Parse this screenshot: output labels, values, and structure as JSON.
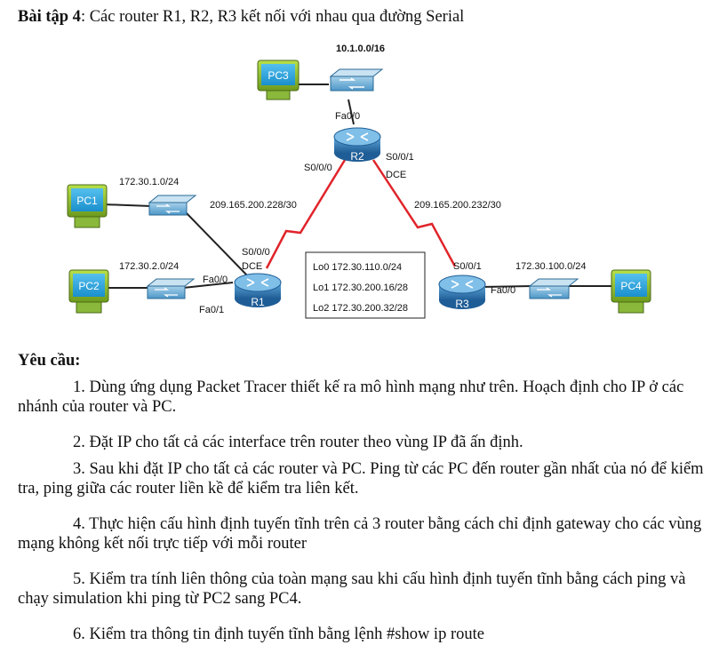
{
  "title": {
    "prefix": "Bài tập 4",
    "text": ": Các router R1, R2, R3 kết nối với nhau qua đường Serial"
  },
  "diagram": {
    "devices": {
      "pc1": "PC1",
      "pc2": "PC2",
      "pc3": "PC3",
      "pc4": "PC4",
      "r1": "R1",
      "r2": "R2",
      "r3": "R3"
    },
    "networks": {
      "pc3_net": "10.1.0.0/16",
      "pc1_net": "172.30.1.0/24",
      "pc2_net": "172.30.2.0/24",
      "pc4_net": "172.30.100.0/24",
      "r1_r2_link": "209.165.200.228/30",
      "r2_r3_link": "209.165.200.232/30"
    },
    "interfaces": {
      "r2_fa00": "Fa0/0",
      "r2_s000": "S0/0/0",
      "r2_s001": "S0/0/1",
      "r2_dce": "DCE",
      "r1_s000": "S0/0/0",
      "r1_dce": "DCE",
      "r1_fa00": "Fa0/0",
      "r1_fa01": "Fa0/1",
      "r3_s001": "S0/0/1",
      "r3_fa00": "Fa0/0"
    },
    "loopbacks": [
      "Lo0 172.30.110.0/24",
      "Lo1 172.30.200.16/28",
      "Lo2 172.30.200.32/28"
    ],
    "colors": {
      "serial": "#e0242a",
      "ethernet": "#222222",
      "device": "#1a9ed8",
      "router": "#2a78b8"
    }
  },
  "requirements": {
    "heading": "Yêu cầu:",
    "items": [
      "1. Dùng ứng dụng Packet Tracer thiết kế ra mô hình mạng như trên. Hoạch định cho IP ở các nhánh của router và PC.",
      "2. Đặt IP cho tất cả các interface trên router theo vùng IP đã ấn định.",
      "3. Sau khi đặt IP cho tất cả các router và PC. Ping từ các PC đến router gần nhất của nó để kiểm tra, ping giữa các router liền kề để kiểm tra liên kết.",
      "4. Thực hiện cấu hình định tuyến tĩnh trên cả 3 router bằng cách chỉ định gateway cho các vùng mạng không kết nối trực tiếp với mỗi router",
      "5. Kiểm tra tính liên thông của toàn mạng sau khi cấu hình định tuyến tĩnh bằng cách ping và chạy simulation khi ping từ PC2 sang PC4.",
      "6. Kiểm tra thông tin định tuyến tĩnh bằng lệnh #show ip route"
    ]
  }
}
